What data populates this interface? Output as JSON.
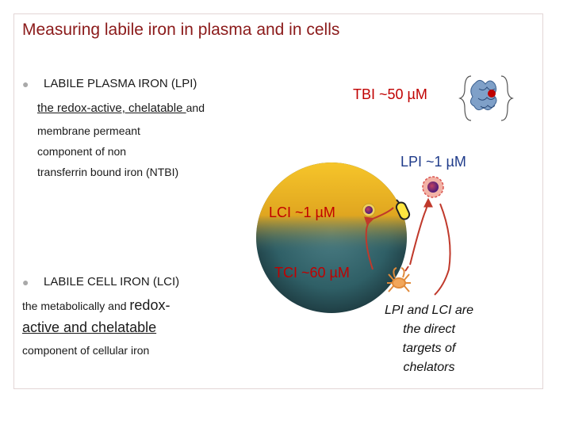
{
  "title": "Measuring labile iron in plasma and in cells",
  "lpi_section": {
    "heading": "LABILE PLASMA IRON (LPI)",
    "line1_underlined": "the redox-active, chelatable ",
    "line1_tail": "and",
    "line2": "membrane permeant",
    "line3": "component of non",
    "line4": "transferrin bound iron (NTBI)"
  },
  "lci_section": {
    "heading": "LABILE CELL IRON (LCI)",
    "line1_pre": "the metabolically and ",
    "line1_big": "redox-",
    "line2": "active and chelatable",
    "line3": "component of cellular iron"
  },
  "labels": {
    "tbi": "TBI   ~50 µM",
    "lpi": "LPI ~1 µM",
    "lci": "LCI   ~1 µM",
    "tci": "TCI   ~60 µM"
  },
  "note": [
    "LPI and LCI are",
    "the direct",
    "targets of",
    "chelators"
  ],
  "colors": {
    "title": "#8b1a1a",
    "tbi_label": "#c00000",
    "lpi_label": "#1f3b8a",
    "lci_label": "#c00000",
    "tci_label": "#c00000",
    "cell": "#2f5f66",
    "arrows": "#c0392b"
  },
  "icons": [
    "transferrin-protein-icon",
    "iron-particle-icon",
    "chelator-icon",
    "crab-chelator-icon"
  ]
}
